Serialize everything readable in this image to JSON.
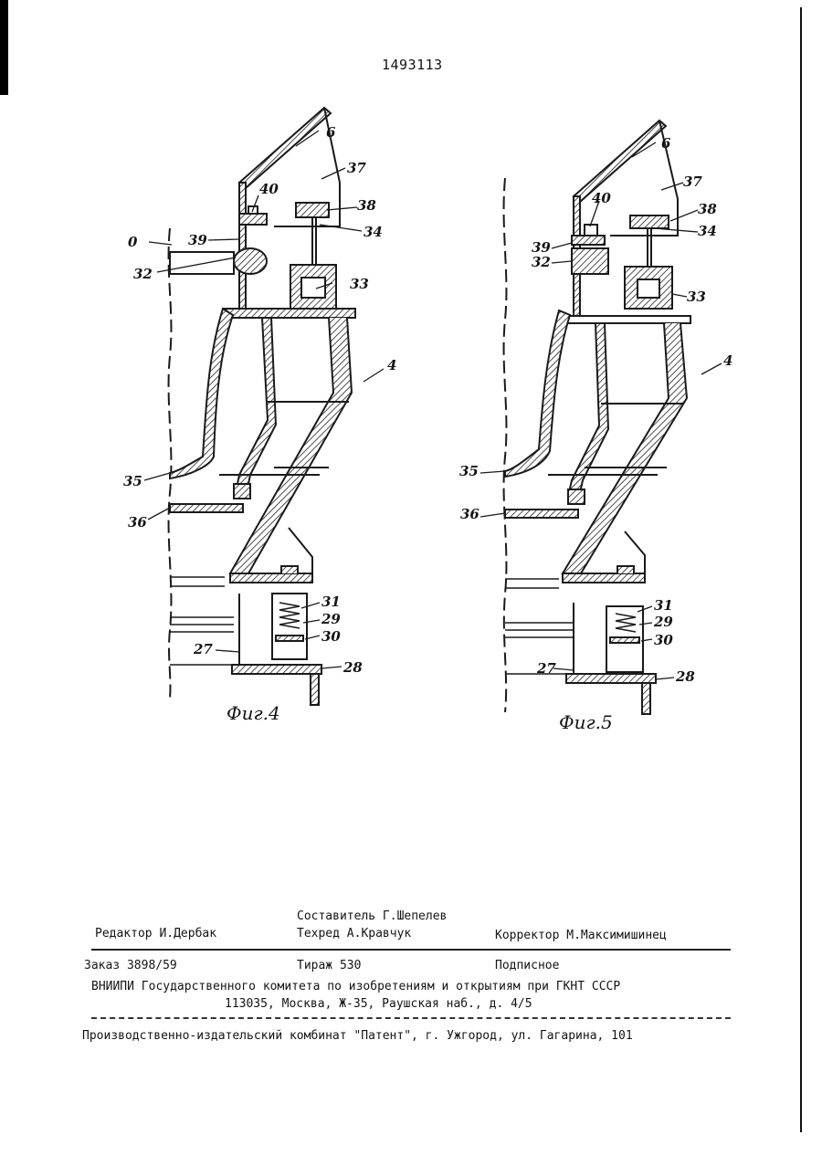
{
  "patent_number": "1493113",
  "figures": [
    {
      "caption": "Фиг.4",
      "labels": {
        "l6": "6",
        "l37": "37",
        "l40": "40",
        "l38": "38",
        "l34": "34",
        "l0": "0",
        "l39": "39",
        "l32": "32",
        "l33": "33",
        "l4": "4",
        "l35": "35",
        "l36": "36",
        "l31": "31",
        "l29": "29",
        "l30": "30",
        "l27": "27",
        "l28": "28"
      }
    },
    {
      "caption": "Фиг.5",
      "labels": {
        "l6": "6",
        "l37": "37",
        "l40": "40",
        "l38": "38",
        "l34": "34",
        "l39": "39",
        "l32": "32",
        "l33": "33",
        "l4": "4",
        "l35": "35",
        "l36": "36",
        "l31": "31",
        "l29": "29",
        "l30": "30",
        "l27": "27",
        "l28": "28"
      }
    }
  ],
  "imprint": {
    "compiler": "Составитель Г.Шепелев",
    "editor": "Редактор И.Дербак",
    "techred": "Техред    А.Кравчук",
    "corrector": "Корректор М.Максимишинец",
    "order": "Заказ 3898/59",
    "circulation": "Тираж 530",
    "subscription": "Подписное",
    "vniipi": "ВНИИПИ Государственного комитета по изобретениям и открытиям при ГКНТ СССР",
    "address": "113035, Москва, Ж-35, Раушская наб., д. 4/5",
    "printer": "Производственно-издательский комбинат \"Патент\", г. Ужгород, ул. Гагарина, 101"
  }
}
